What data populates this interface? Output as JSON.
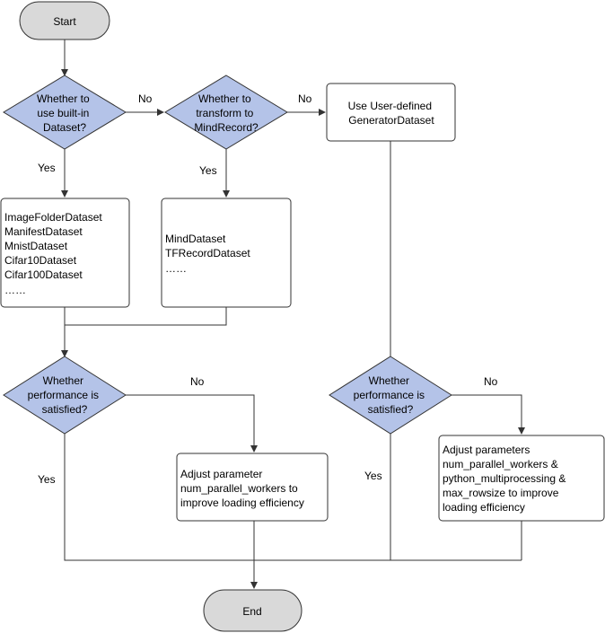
{
  "colors": {
    "terminal_fill": "#d9d9d9",
    "decision_fill": "#b4c3e8",
    "stroke": "#333333",
    "box_fill": "#ffffff"
  },
  "nodes": {
    "start": "Start",
    "end": "End",
    "decision_builtin": [
      "Whether to",
      "use built-in",
      "Dataset?"
    ],
    "decision_mindrecord": [
      "Whether to",
      "transform to",
      "MindRecord?"
    ],
    "user_defined": [
      "Use User-defined",
      "GeneratorDataset"
    ],
    "builtin_list": [
      "ImageFolderDataset",
      "ManifestDataset",
      "MnistDataset",
      "Cifar10Dataset",
      "Cifar100Dataset",
      "……"
    ],
    "mind_list": [
      "MindDataset",
      "TFRecordDataset",
      "……"
    ],
    "perf_left": [
      "Whether",
      "performance is",
      "satisfied?"
    ],
    "perf_right": [
      "Whether",
      "performance is",
      "satisfied?"
    ],
    "adjust_left": [
      "Adjust parameter",
      "num_parallel_workers to",
      "improve loading efficiency"
    ],
    "adjust_right": [
      "Adjust parameters",
      "num_parallel_workers &",
      "python_multiprocessing &",
      "max_rowsize to improve",
      "loading efficiency"
    ]
  },
  "edge_labels": {
    "builtin_no": "No",
    "builtin_yes": "Yes",
    "mindrecord_no": "No",
    "mindrecord_yes": "Yes",
    "perf_left_no": "No",
    "perf_left_yes": "Yes",
    "perf_right_no": "No",
    "perf_right_yes": "Yes"
  }
}
